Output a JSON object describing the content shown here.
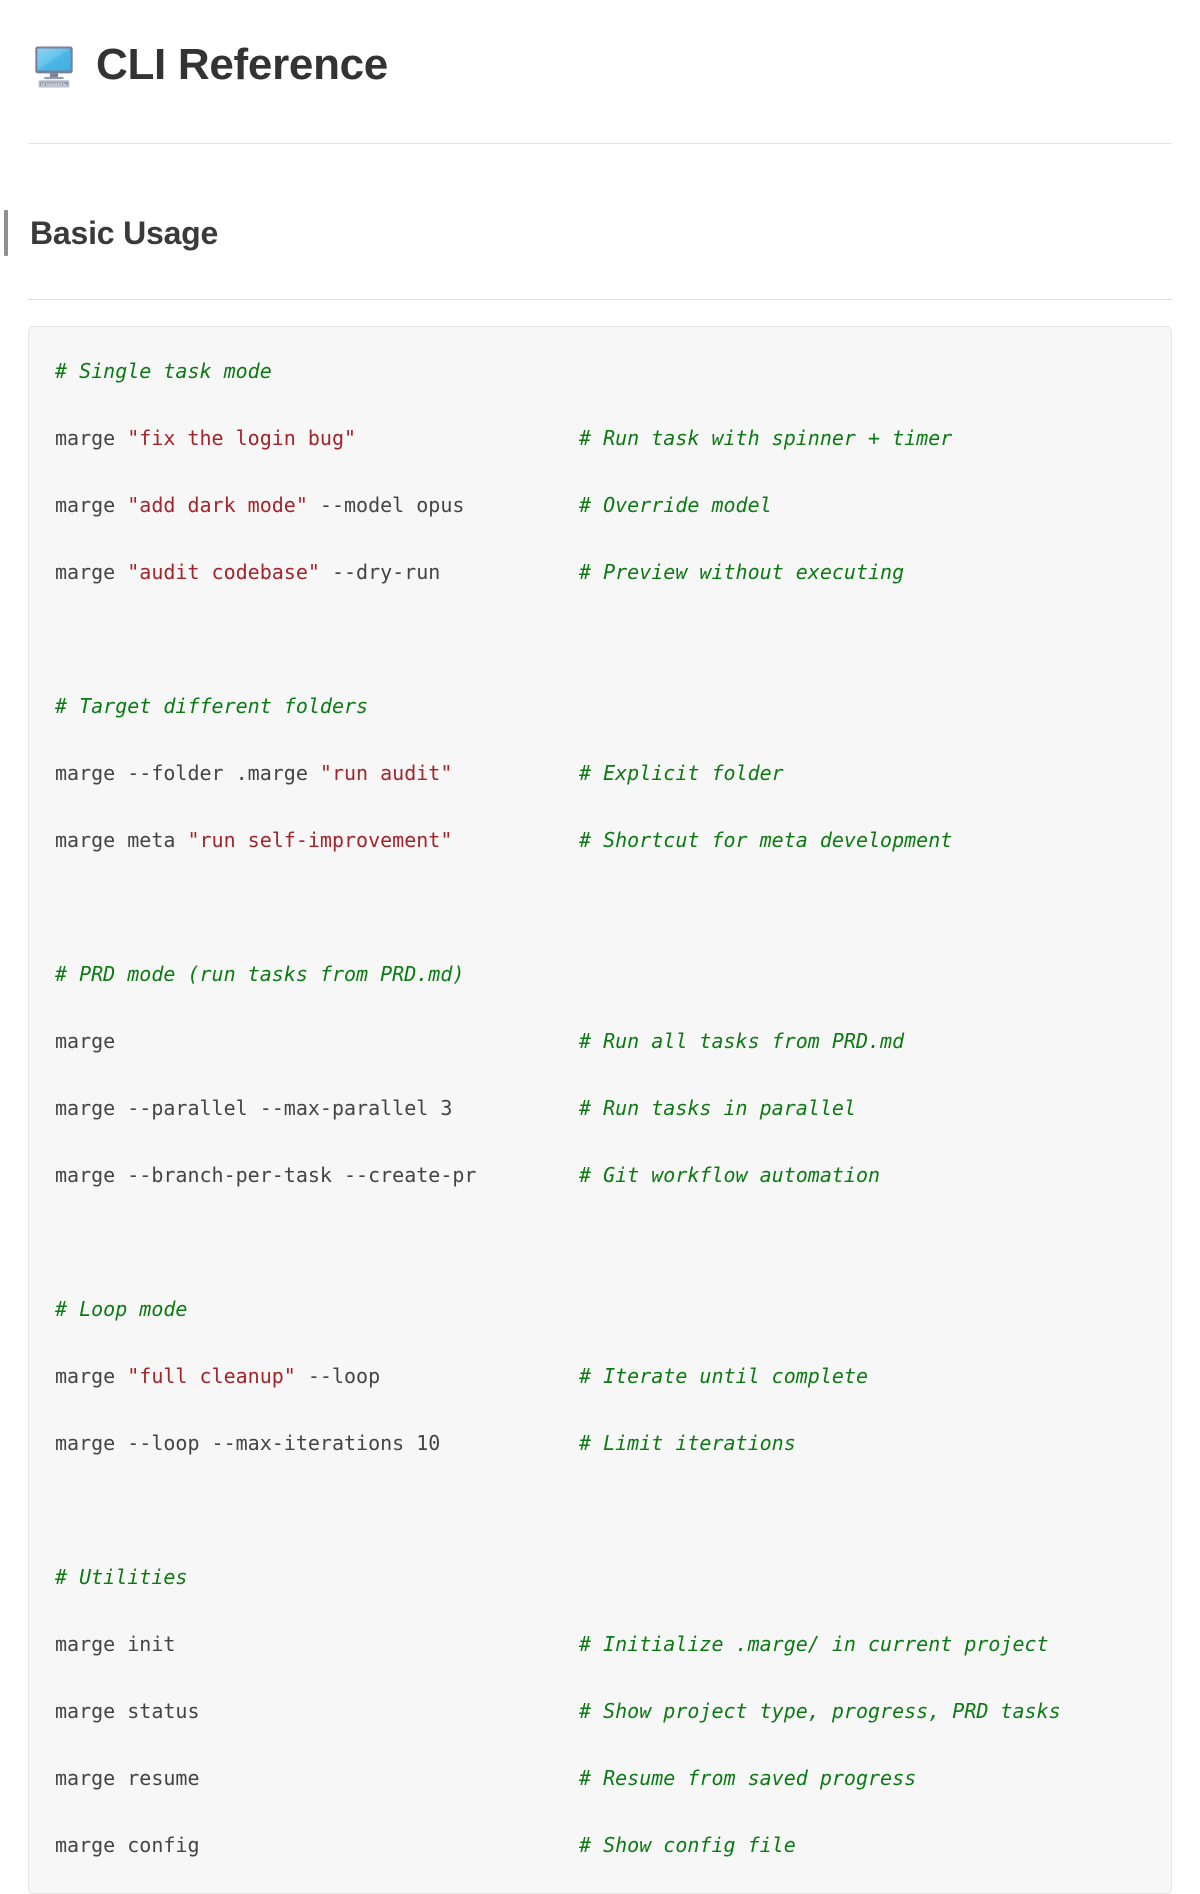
{
  "header": {
    "icon": "desktop-computer-icon",
    "title": "CLI Reference"
  },
  "section": {
    "title": "Basic Usage"
  },
  "colors": {
    "comment_green": "#0c7a13",
    "string_red": "#a3252a",
    "command_gray": "#444444",
    "code_background": "#f7f7f7",
    "code_border": "#e6e6e6",
    "accent_bar": "#8f8f8f",
    "rule": "#e3e3e3",
    "title": "#333333"
  },
  "code_block": {
    "language": "bash",
    "lines": [
      {
        "type": "comment",
        "comment": "# Single task mode"
      },
      {
        "type": "command",
        "command": "marge ",
        "string": "\"fix the login bug\"",
        "after": "",
        "comment": "# Run task with spinner + timer"
      },
      {
        "type": "command",
        "command": "marge ",
        "string": "\"add dark mode\"",
        "after": " --model opus",
        "comment": "# Override model"
      },
      {
        "type": "command",
        "command": "marge ",
        "string": "\"audit codebase\"",
        "after": " --dry-run",
        "comment": "# Preview without executing"
      },
      {
        "type": "blank"
      },
      {
        "type": "comment",
        "comment": "# Target different folders"
      },
      {
        "type": "command",
        "command": "marge --folder .marge ",
        "string": "\"run audit\"",
        "after": "",
        "comment": "# Explicit folder"
      },
      {
        "type": "command",
        "command": "marge meta ",
        "string": "\"run self-improvement\"",
        "after": "",
        "comment": "# Shortcut for meta development"
      },
      {
        "type": "blank"
      },
      {
        "type": "comment",
        "comment": "# PRD mode (run tasks from PRD.md)"
      },
      {
        "type": "command",
        "command": "marge",
        "string": "",
        "after": "",
        "comment": "# Run all tasks from PRD.md"
      },
      {
        "type": "command",
        "command": "marge --parallel --max-parallel 3",
        "string": "",
        "after": "",
        "comment": "# Run tasks in parallel"
      },
      {
        "type": "command",
        "command": "marge --branch-per-task --create-pr",
        "string": "",
        "after": "",
        "comment": "# Git workflow automation"
      },
      {
        "type": "blank"
      },
      {
        "type": "comment",
        "comment": "# Loop mode"
      },
      {
        "type": "command",
        "command": "marge ",
        "string": "\"full cleanup\"",
        "after": " --loop",
        "comment": "# Iterate until complete"
      },
      {
        "type": "command",
        "command": "marge --loop --max-iterations 10",
        "string": "",
        "after": "",
        "comment": "# Limit iterations"
      },
      {
        "type": "blank"
      },
      {
        "type": "comment",
        "comment": "# Utilities"
      },
      {
        "type": "command",
        "command": "marge init",
        "string": "",
        "after": "",
        "comment": "# Initialize .marge/ in current project"
      },
      {
        "type": "command",
        "command": "marge status",
        "string": "",
        "after": "",
        "comment": "# Show project type, progress, PRD tasks"
      },
      {
        "type": "command",
        "command": "marge resume",
        "string": "",
        "after": "",
        "comment": "# Resume from saved progress"
      },
      {
        "type": "command",
        "command": "marge config",
        "string": "",
        "after": "",
        "comment": "# Show config file"
      }
    ]
  }
}
